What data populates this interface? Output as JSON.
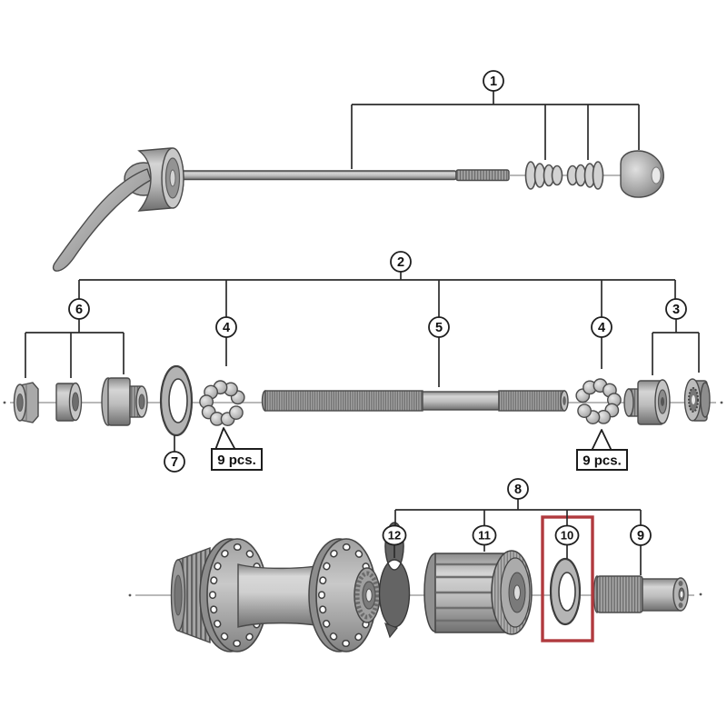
{
  "figure": {
    "callouts": {
      "c1": "1",
      "c2": "2",
      "c3": "3",
      "c4_left": "4",
      "c4_right": "4",
      "c5": "5",
      "c6": "6",
      "c7": "7",
      "c8": "8",
      "c9": "9",
      "c10": "10",
      "c11": "11",
      "c12": "12"
    },
    "quantity_labels": {
      "left_bearing": "9 pcs.",
      "right_bearing": "9 pcs."
    },
    "colors": {
      "background": "#ffffff",
      "callout_line": "#2b2b2b",
      "highlight_box": "#b03a3e",
      "metal_light": "#d9d9d9",
      "metal_mid": "#ababab",
      "metal_dark": "#6f6f6f"
    }
  }
}
